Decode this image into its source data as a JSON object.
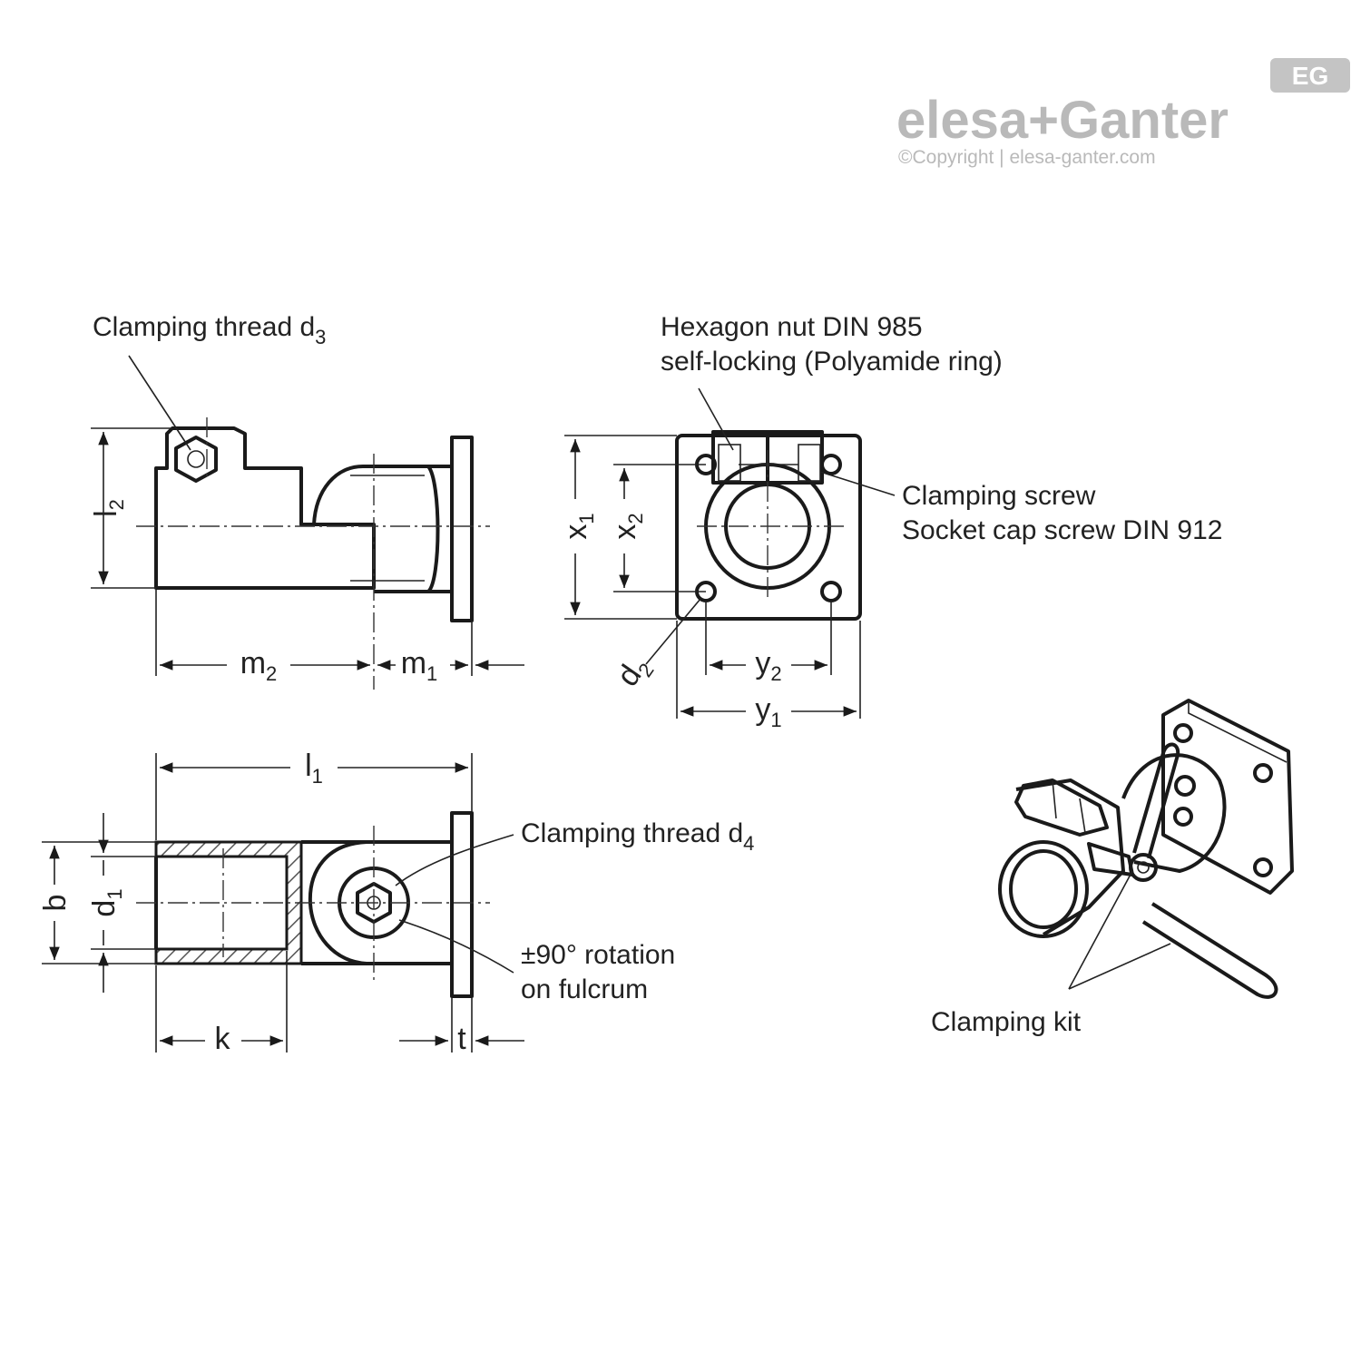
{
  "brand": {
    "badge": "EG",
    "wordmark": "elesa+Ganter",
    "copyright": "©Copyright | elesa-ganter.com"
  },
  "callouts": {
    "clamping_thread_d3": "Clamping thread d",
    "clamping_thread_d3_sub": "3",
    "hex_nut_line1": "Hexagon nut  DIN 985",
    "hex_nut_line2": "self-locking (Polyamide ring)",
    "clamping_screw_line1": "Clamping screw",
    "clamping_screw_line2": "Socket cap screw DIN 912",
    "clamping_thread_d4": "Clamping thread d",
    "clamping_thread_d4_sub": "4",
    "rotation_line1": "±90° rotation",
    "rotation_line2": "on fulcrum",
    "clamping_kit": "Clamping kit"
  },
  "dimensions": {
    "l2": {
      "main": "l",
      "sub": "2"
    },
    "m2": {
      "main": "m",
      "sub": "2"
    },
    "m1": {
      "main": "m",
      "sub": "1"
    },
    "x1": {
      "main": "x",
      "sub": "1"
    },
    "x2": {
      "main": "x",
      "sub": "2"
    },
    "d2": {
      "main": "d",
      "sub": "2"
    },
    "y2": {
      "main": "y",
      "sub": "2"
    },
    "y1": {
      "main": "y",
      "sub": "1"
    },
    "l1": {
      "main": "l",
      "sub": "1"
    },
    "b": {
      "main": "b"
    },
    "d1": {
      "main": "d",
      "sub": "1"
    },
    "k": {
      "main": "k"
    },
    "t": {
      "main": "t"
    }
  }
}
